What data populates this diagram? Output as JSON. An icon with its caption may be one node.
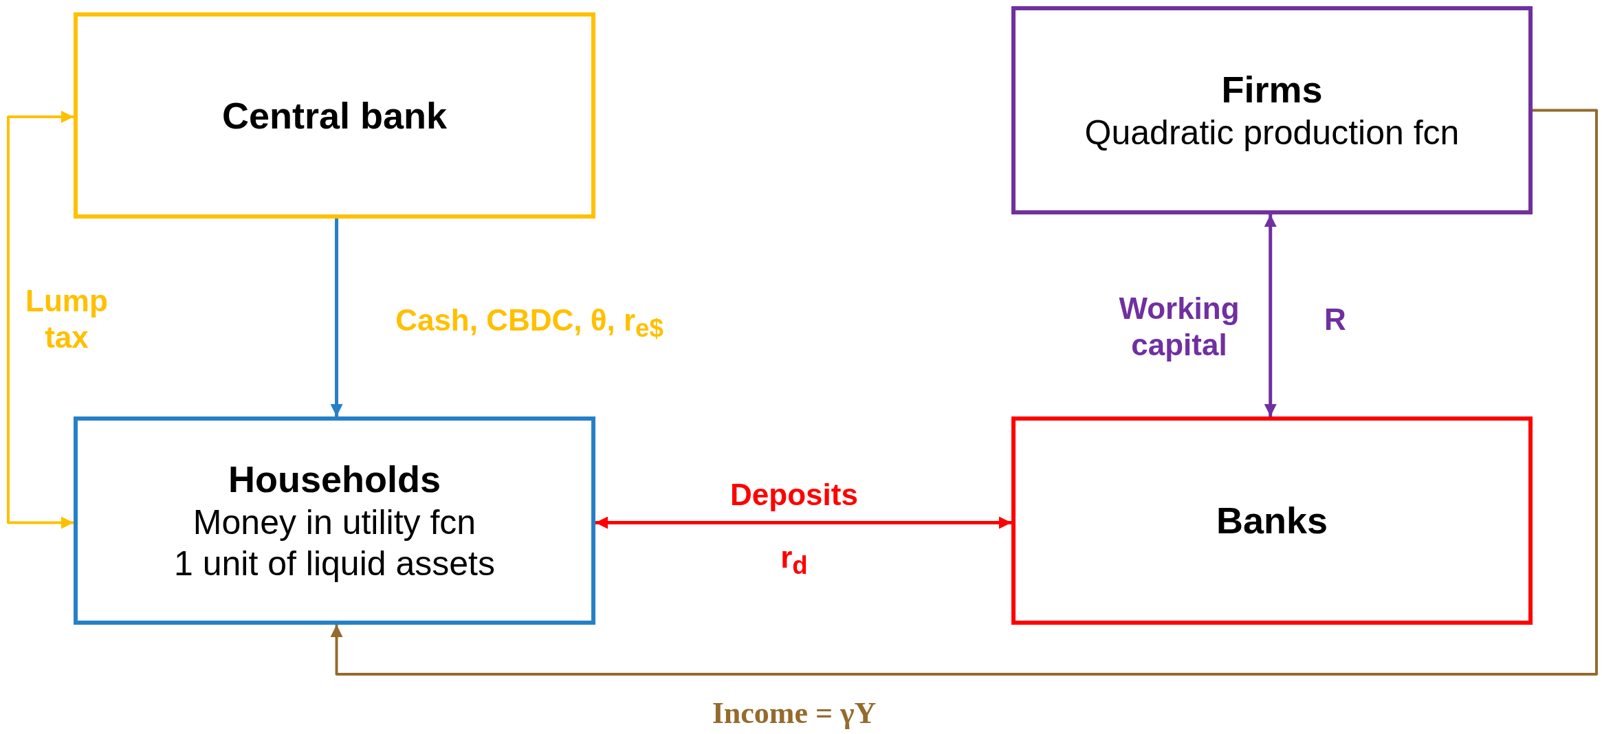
{
  "diagram": {
    "nodes": [
      {
        "text": [
          "Central bank"
        ]
      },
      {
        "text": [
          "Firms",
          "Quadratic production fcn"
        ]
      },
      {
        "text": [
          "Households",
          "Money in utility fcn",
          "1 unit of liquid assets"
        ]
      },
      {
        "text": [
          "Banks"
        ]
      }
    ],
    "edges": [
      {
        "from": 0,
        "to": 2,
        "arrow": "to",
        "label": "Cash, CBDC, θ, r$_{e$}$",
        "color": "#2680c8"
      },
      {
        "from": 0,
        "to": 2,
        "arrow": "both",
        "label": "Lump tax",
        "color": "#ffc000"
      },
      {
        "from": 1,
        "to": 3,
        "arrow": "both",
        "label": "Working capital",
        "color": "#7030a0"
      },
      {
        "from": 2,
        "to": 3,
        "arrow": "both",
        "label": "Deposits",
        "color": "#ff0000"
      },
      {
        "from": 1,
        "to": 2,
        "arrow": "to",
        "label": "Income = γY",
        "color": "#946b2d"
      }
    ],
    "labels": [
      "R",
      "r$_{d}$"
    ]
  }
}
